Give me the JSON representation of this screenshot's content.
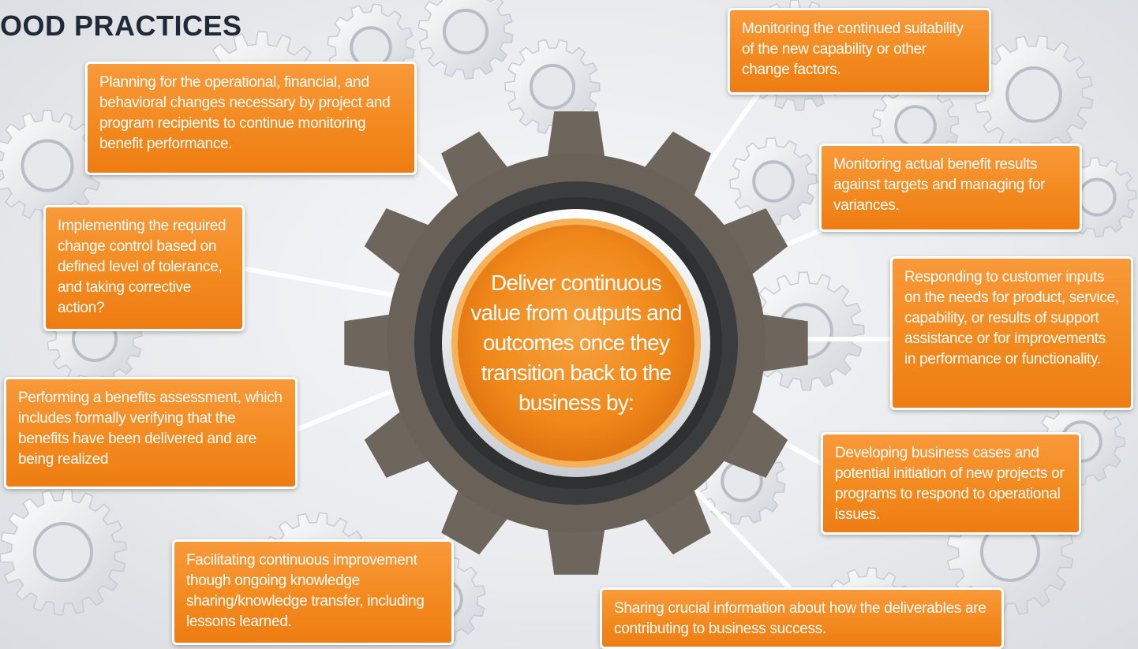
{
  "title": "OOD PRACTICES",
  "center": {
    "text": "Deliver continuous value from outputs and outcomes once they transition back to the business by:"
  },
  "callouts": {
    "planning": "Planning for the operational, financial, and behavioral changes necessary by project and program recipients to continue monitoring benefit performance.",
    "implementing": "Implementing the required change control based on defined level of tolerance, and taking corrective action?",
    "performing": "Performing a benefits assessment, which includes formally verifying that the benefits have been delivered and are being realized",
    "facilitating": "Facilitating continuous improvement though ongoing knowledge sharing/knowledge transfer, including lessons learned.",
    "sharing": "Sharing crucial information about how the deliverables are contributing to business success.",
    "developing": "Developing business cases and potential initiation of new projects or programs to respond to operational issues.",
    "responding": "Responding to customer inputs on the needs for product, service, capability, or results of support assistance or for improvements in performance or functionality.",
    "monitoring_actual": "Monitoring actual benefit results against targets and managing for variances.",
    "monitoring_continued": "Monitoring the continued suitability of the new capability or other change factors."
  },
  "colors": {
    "callout": "#f38a1f",
    "gear_dark": "#3a3c3d",
    "gear_brown": "#6e665c",
    "center_orange": "#f0881a",
    "title": "#1f2a36"
  }
}
